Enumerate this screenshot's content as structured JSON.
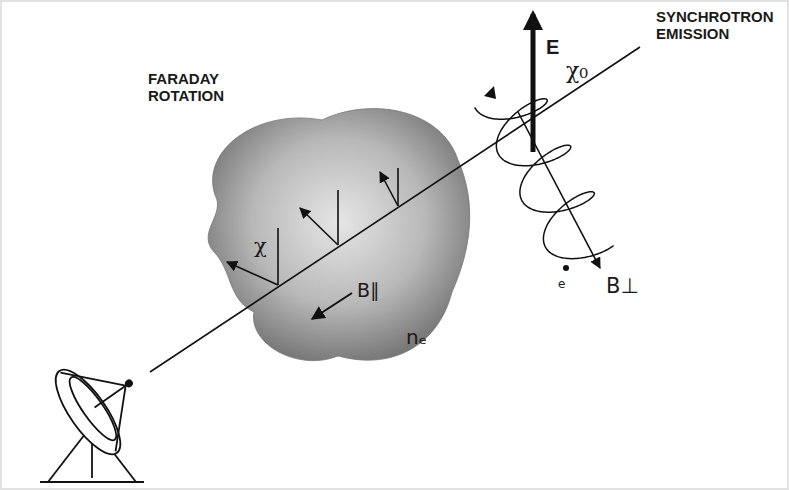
{
  "diagram": {
    "labels": [
      "FARADAY ROTATION",
      "SYNCHROTRON EMISSION",
      "E",
      "χ₀",
      "χ",
      "B∥",
      "nₑ",
      "e",
      "B⊥"
    ]
  }
}
